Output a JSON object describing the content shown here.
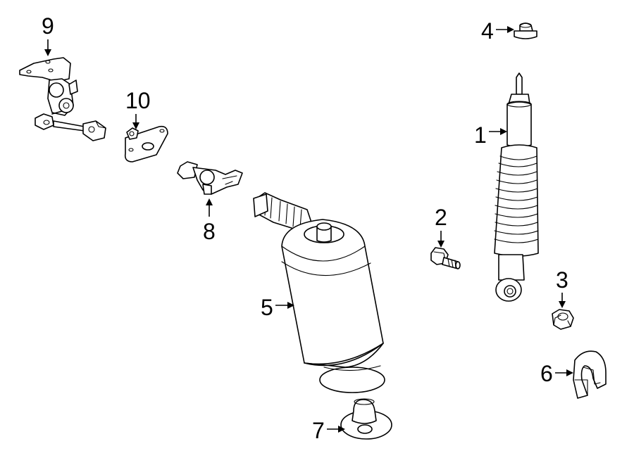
{
  "callouts": [
    {
      "id": "1",
      "label": "1",
      "part": "shock-absorber"
    },
    {
      "id": "2",
      "label": "2",
      "part": "bolt"
    },
    {
      "id": "3",
      "label": "3",
      "part": "nut"
    },
    {
      "id": "4",
      "label": "4",
      "part": "bumper-cap"
    },
    {
      "id": "5",
      "label": "5",
      "part": "air-spring"
    },
    {
      "id": "6",
      "label": "6",
      "part": "clip"
    },
    {
      "id": "7",
      "label": "7",
      "part": "bumper-stop"
    },
    {
      "id": "8",
      "label": "8",
      "part": "valve"
    },
    {
      "id": "9",
      "label": "9",
      "part": "height-sensor"
    },
    {
      "id": "10",
      "label": "10",
      "part": "bracket"
    }
  ],
  "colors": {
    "line": "#000000",
    "background": "#ffffff"
  }
}
